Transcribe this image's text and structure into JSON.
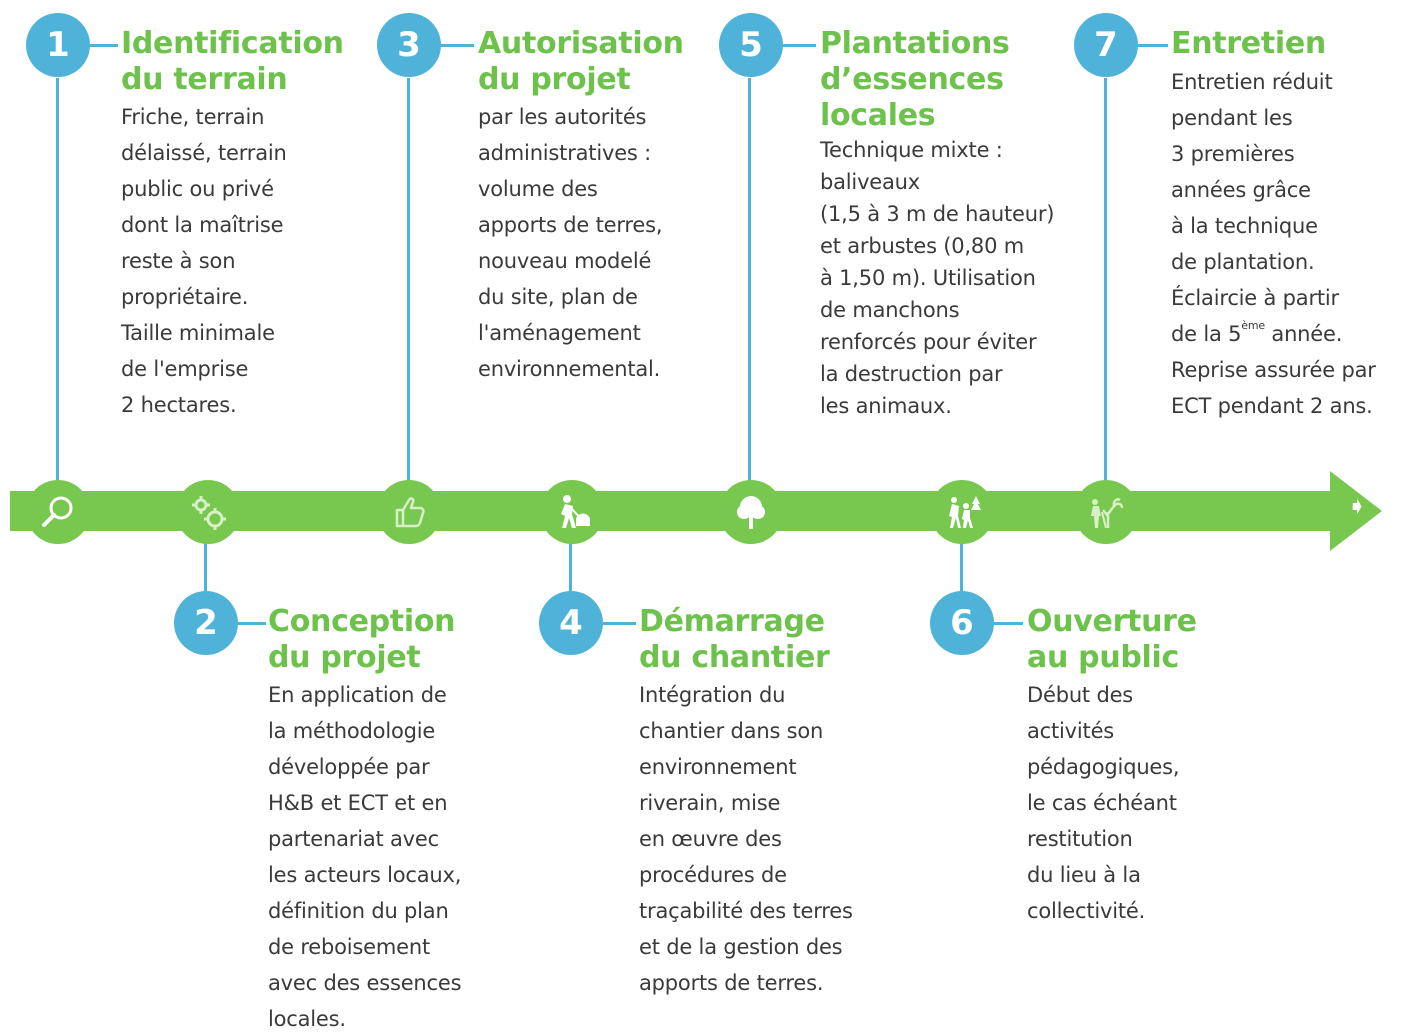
{
  "colors": {
    "accent_blue": "#4fb3d9",
    "accent_green": "#6cc24a",
    "band_green": "#78c850",
    "text": "#3a3a3a"
  },
  "steps": [
    {
      "number": "1",
      "title": "Identification\ndu terrain",
      "description": "Friche, terrain\ndélaissé, terrain\npublic ou privé\ndont la maîtrise\nreste à son\npropriétaire.\nTaille minimale\nde l'emprise\n2 hectares.",
      "icon": "search-icon"
    },
    {
      "number": "2",
      "title": "Conception\ndu projet",
      "description": "En application de\nla méthodologie\ndéveloppée par\nH&B et ECT et en\npartenariat avec\nles acteurs locaux,\ndéfinition du plan\nde reboisement\navec des essences\nlocales.",
      "icon": "gears-icon"
    },
    {
      "number": "3",
      "title": "Autorisation\ndu projet",
      "description": "par les autorités\nadministratives :\nvolume des\napports de terres,\nnouveau modelé\ndu site, plan de\nl'aménagement\nenvironnemental.",
      "icon": "thumbs-up-icon"
    },
    {
      "number": "4",
      "title": "Démarrage\ndu chantier",
      "description": "Intégration du\nchantier dans son\nenvironnement\nriverain, mise\nen œuvre des\nprocédures de\ntraçabilité des terres\net de la gestion des\napports de terres.",
      "icon": "worker-shovel-icon"
    },
    {
      "number": "5",
      "title": "Plantations\nd’essences\nlocales",
      "description": "Technique mixte :\n baliveaux\n(1,5 à 3 m de hauteur)\net arbustes (0,80 m\nà 1,50 m). Utilisation\nde manchons\nrenforcés pour éviter\nla destruction par\nles animaux.",
      "icon": "tree-icon"
    },
    {
      "number": "6",
      "title": "Ouverture\nau public",
      "description": "Début des\nactivités\npédagogiques,\nle cas échéant\nrestitution\ndu lieu à la\ncollectivité.",
      "icon": "hikers-icon"
    },
    {
      "number": "7",
      "title": "Entretien",
      "description_parts": [
        "Entretien réduit\npendant les\n3 premières\nannées grâce\nà la technique\nde plantation.\nÉclaircie à partir\nde la 5",
        "ème",
        " année.\nReprise assurée par\nECT pendant 2 ans."
      ],
      "icon": "gardener-icon"
    }
  ],
  "timeline": {
    "end_glyph": "➧"
  }
}
